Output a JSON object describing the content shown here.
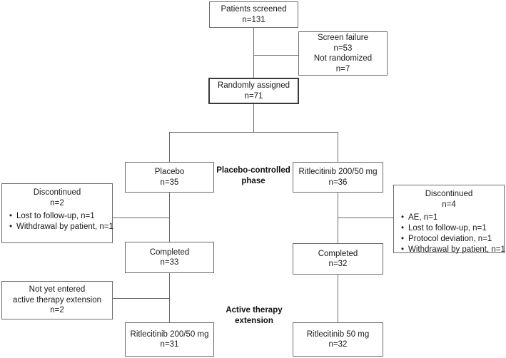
{
  "diagram": {
    "title": "CONSORT participant flow diagram",
    "phase_labels": [
      {
        "id": "placebo-controlled-phase",
        "line1": "Placebo-controlled",
        "line2": "phase"
      },
      {
        "id": "active-therapy-extension",
        "line1": "Active therapy",
        "line2": "extension"
      }
    ],
    "nodes": {
      "patients_screened": {
        "line1": "Patients screened",
        "line2": "n=131"
      },
      "screen_failure": {
        "line1": "Screen failure",
        "line2": "n=53",
        "line3": "Not randomized",
        "line4": "n=7"
      },
      "randomly_assigned": {
        "line1": "Randomly assigned",
        "line2": "n=71"
      },
      "placebo_arm": {
        "line1": "Placebo",
        "line2": "n=35"
      },
      "ritlecitinib_arm": {
        "line1": "Ritlecitinib 200/50 mg",
        "line2": "n=36"
      },
      "discontinued_left": {
        "line1": "Discontinued",
        "line2": "n=2",
        "items": [
          "Lost to follow-up, n=1",
          "Withdrawal by patient, n=1"
        ]
      },
      "discontinued_right": {
        "line1": "Discontinued",
        "line2": "n=4",
        "items": [
          "AE, n=1",
          "Lost to follow-up, n=1",
          "Protocol deviation, n=1",
          "Withdrawal by patient, n=1"
        ]
      },
      "completed_left": {
        "line1": "Completed",
        "line2": "n=33"
      },
      "completed_right": {
        "line1": "Completed",
        "line2": "n=32"
      },
      "not_yet_entered": {
        "line1": "Not yet entered",
        "line2": "active therapy extension",
        "line3": "n=2"
      },
      "ext_left": {
        "line1": "Ritlecitinib 200/50 mg",
        "line2": "n=31"
      },
      "ext_right": {
        "line1": "Ritlecitinib 50 mg",
        "line2": "n=32"
      }
    },
    "colors": {
      "background": "#ffffff",
      "box_border": "#6b6b6b",
      "box_border_emphasis": "#3a3a3a",
      "connector": "#6b6b6b",
      "text": "#1a1a1a"
    }
  }
}
